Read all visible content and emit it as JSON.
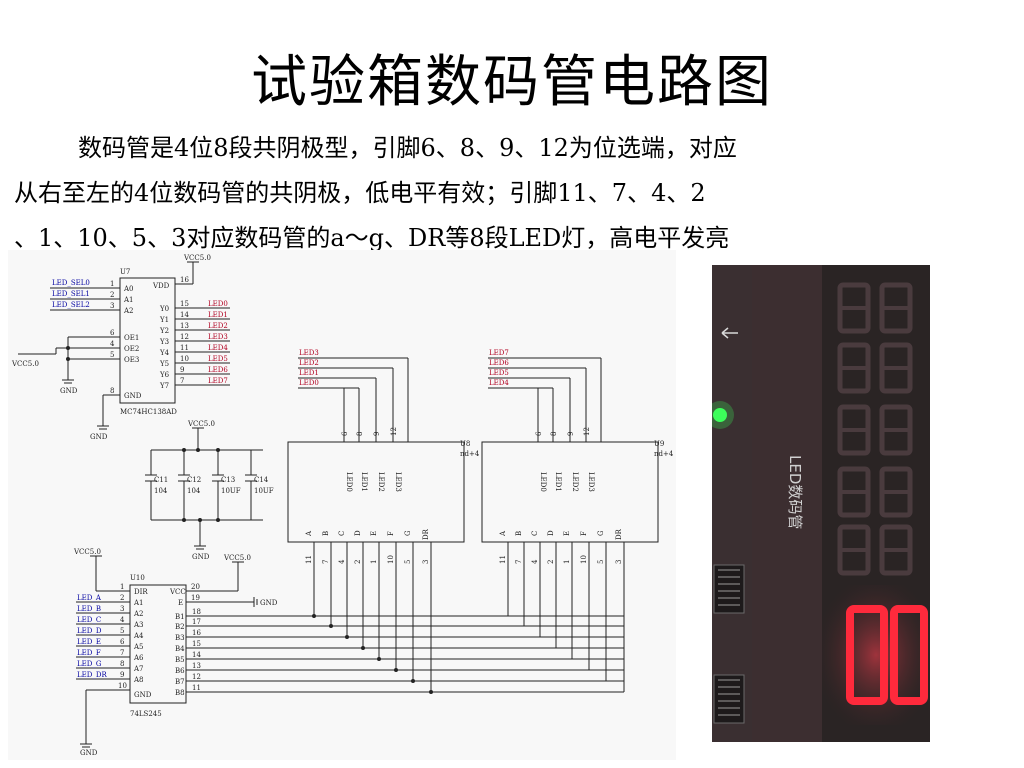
{
  "title": "试验箱数码管电路图",
  "paragraph": {
    "line1": "数码管是4位8段共阴极型，引脚6、8、9、12为位选端，对应",
    "line2": "从右至左的4位数码管的共阴极，低电平有效；引脚11、7、4、2",
    "line3": "、1、10、5、3对应数码管的a～g、DR等8段LED灯，高电平发亮",
    "line4": "。"
  },
  "schematic": {
    "u7": {
      "ref": "U7",
      "part": "MC74HC138AD",
      "inputs": [
        {
          "net": "LED_SEL0",
          "pin": "1",
          "name": "A0"
        },
        {
          "net": "LED_SEL1",
          "pin": "2",
          "name": "A1"
        },
        {
          "net": "LED_SEL2",
          "pin": "3",
          "name": "A2"
        }
      ],
      "enables": [
        {
          "pin": "6",
          "name": "OE1"
        },
        {
          "pin": "4",
          "name": "OE2"
        },
        {
          "pin": "5",
          "name": "OE3"
        }
      ],
      "vdd": {
        "name": "VDD",
        "pin": "16"
      },
      "gnd": {
        "name": "GND",
        "pin": "8"
      },
      "outputs": [
        {
          "pin": "15",
          "name": "Y0",
          "net": "LED0"
        },
        {
          "pin": "14",
          "name": "Y1",
          "net": "LED1"
        },
        {
          "pin": "13",
          "name": "Y2",
          "net": "LED2"
        },
        {
          "pin": "12",
          "name": "Y3",
          "net": "LED3"
        },
        {
          "pin": "11",
          "name": "Y4",
          "net": "LED4"
        },
        {
          "pin": "10",
          "name": "Y5",
          "net": "LED5"
        },
        {
          "pin": "9",
          "name": "Y6",
          "net": "LED6"
        },
        {
          "pin": "7",
          "name": "Y7",
          "net": "LED7"
        }
      ]
    },
    "vcc_left": "VCC5.0",
    "vcc_top": "VCC5.0",
    "vcc_caps": "VCC5.0",
    "vcc_u10": "VCC5.0",
    "vcc_u10_right": "VCC5.0",
    "gnd": "GND",
    "caps": [
      {
        "ref": "C11",
        "value": "104"
      },
      {
        "ref": "C12",
        "value": "104"
      },
      {
        "ref": "C13",
        "value": "10UF"
      },
      {
        "ref": "C14",
        "value": "10UF"
      }
    ],
    "u8": {
      "ref": "U8",
      "ref_suffix": "nd+4",
      "nets": [
        "LED3",
        "LED2",
        "LED1",
        "LED0"
      ],
      "top_pins": [
        "6",
        "8",
        "9",
        "12"
      ],
      "top_labels": [
        "LED0",
        "LED1",
        "LED2",
        "LED3"
      ],
      "bottom_labels": [
        "A",
        "B",
        "C",
        "D",
        "E",
        "F",
        "G",
        "DR"
      ],
      "bottom_pins": [
        "11",
        "7",
        "4",
        "2",
        "1",
        "10",
        "5",
        "3"
      ]
    },
    "u9": {
      "ref": "U9",
      "ref_suffix": "nd+4",
      "nets": [
        "LED7",
        "LED6",
        "LED5",
        "LED4"
      ],
      "top_pins": [
        "6",
        "8",
        "9",
        "12"
      ],
      "top_labels": [
        "LED0",
        "LED1",
        "LED2",
        "LED3"
      ],
      "bottom_labels": [
        "A",
        "B",
        "C",
        "D",
        "E",
        "F",
        "G",
        "DR"
      ],
      "bottom_pins": [
        "11",
        "7",
        "4",
        "2",
        "1",
        "10",
        "5",
        "3"
      ]
    },
    "u10": {
      "ref": "U10",
      "part": "74LS245",
      "dir": {
        "name": "DIR",
        "pin": "1"
      },
      "vcc": {
        "name": "VCC",
        "pin": "20"
      },
      "e": {
        "name": "E",
        "pin": "19"
      },
      "e_net": "GND",
      "gnd": {
        "name": "GND",
        "pin": "10"
      },
      "a_side": [
        {
          "net": "LED_A",
          "pin": "2",
          "name": "A1"
        },
        {
          "net": "LED_B",
          "pin": "3",
          "name": "A2"
        },
        {
          "net": "LED_C",
          "pin": "4",
          "name": "A3"
        },
        {
          "net": "LED_D",
          "pin": "5",
          "name": "A4"
        },
        {
          "net": "LED_E",
          "pin": "6",
          "name": "A5"
        },
        {
          "net": "LED_F",
          "pin": "7",
          "name": "A6"
        },
        {
          "net": "LED_G",
          "pin": "8",
          "name": "A7"
        },
        {
          "net": "LED_DR",
          "pin": "9",
          "name": "A8"
        }
      ],
      "b_side": [
        {
          "pin": "18",
          "name": "B1"
        },
        {
          "pin": "17",
          "name": "B2"
        },
        {
          "pin": "16",
          "name": "B3"
        },
        {
          "pin": "15",
          "name": "B4"
        },
        {
          "pin": "14",
          "name": "B5"
        },
        {
          "pin": "13",
          "name": "B6"
        },
        {
          "pin": "12",
          "name": "B7"
        },
        {
          "pin": "11",
          "name": "B8"
        }
      ]
    }
  },
  "photo": {
    "panel_label": "LED数码管",
    "display_digits": "00",
    "colors": {
      "segment_lit": "#ff2a3c",
      "segment_dim": "#4a3b3e",
      "board": "#2a2424",
      "led_green": "#3cff5a"
    }
  }
}
